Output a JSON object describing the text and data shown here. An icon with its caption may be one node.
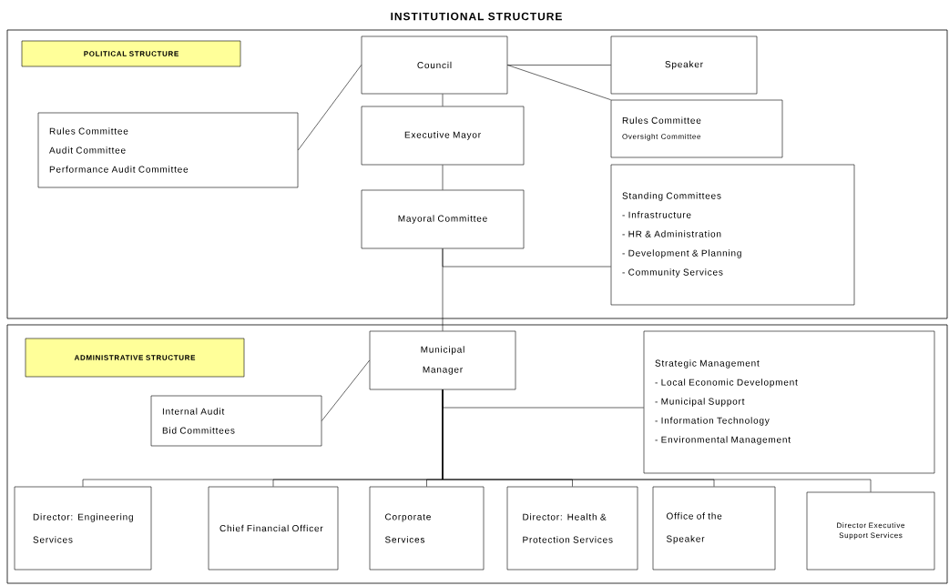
{
  "diagram": {
    "title": "INSTITUTIONAL STRUCTURE",
    "nodes": [
      {
        "text": [],
        "shape": "box"
      },
      {
        "text": [
          "POLITICAL STRUCTURE"
        ],
        "in": 0
      },
      {
        "text": [
          "Council"
        ],
        "in": 0
      },
      {
        "text": [
          "Speaker"
        ],
        "in": 0
      },
      {
        "text": [
          "Rules Committee",
          "Audit Committee",
          "Performance Audit Committee"
        ],
        "in": 0
      },
      {
        "text": [
          "Executive Mayor"
        ],
        "in": 0
      },
      {
        "text": [
          "Rules Committee",
          "Oversight Committee"
        ],
        "in": 0
      },
      {
        "text": [
          "Mayoral Committee"
        ],
        "in": 0
      },
      {
        "text": [
          "Standing Committees",
          "- Infrastructure",
          "- HR & Administration",
          "- Development & Planning",
          "- Community Services"
        ],
        "in": 0
      },
      {
        "text": [],
        "shape": "box"
      },
      {
        "text": [
          "ADMINISTRATIVE STRUCTURE"
        ],
        "in": 9
      },
      {
        "text": [
          "Municipal Manager"
        ],
        "in": 9
      },
      {
        "text": [
          "Strategic Management",
          "- Local Economic Development",
          "- Municipal Support",
          "- Information Technology",
          "- Environmental Management"
        ],
        "in": 9
      },
      {
        "text": [
          "Internal Audit",
          "Bid Committees"
        ],
        "in": 9
      },
      {
        "text": [
          "Director: Engineering Services"
        ],
        "in": 9
      },
      {
        "text": [
          "Chief Financial Officer"
        ],
        "in": 9
      },
      {
        "text": [
          "Corporate Services"
        ],
        "in": 9
      },
      {
        "text": [
          "Director: Health & Protection Services"
        ],
        "in": 9
      },
      {
        "text": [
          "Office of the Speaker"
        ],
        "in": 9
      },
      {
        "text": [
          "Director Executive Support Services"
        ],
        "in": 9
      }
    ],
    "edges": [
      {
        "from": 2,
        "to": 4,
        "arrow": "none"
      },
      {
        "from": 2,
        "to": 3,
        "arrow": "none"
      },
      {
        "from": 2,
        "to": 6,
        "arrow": "none"
      },
      {
        "from": 2,
        "to": 5,
        "arrow": "none"
      },
      {
        "from": 5,
        "to": 7,
        "arrow": "none"
      },
      {
        "from": 7,
        "to": 8,
        "arrow": "none"
      },
      {
        "from": 7,
        "to": 11,
        "arrow": "none"
      },
      {
        "from": 11,
        "to": 13,
        "arrow": "none"
      },
      {
        "from": 11,
        "to": 12,
        "arrow": "none"
      },
      {
        "from": 11,
        "to": 14,
        "arrow": "none"
      },
      {
        "from": 11,
        "to": 15,
        "arrow": "none"
      },
      {
        "from": 11,
        "to": 16,
        "arrow": "none"
      },
      {
        "from": 11,
        "to": 17,
        "arrow": "none"
      },
      {
        "from": 11,
        "to": 18,
        "arrow": "none"
      },
      {
        "from": 11,
        "to": 19,
        "arrow": "none"
      }
    ]
  }
}
